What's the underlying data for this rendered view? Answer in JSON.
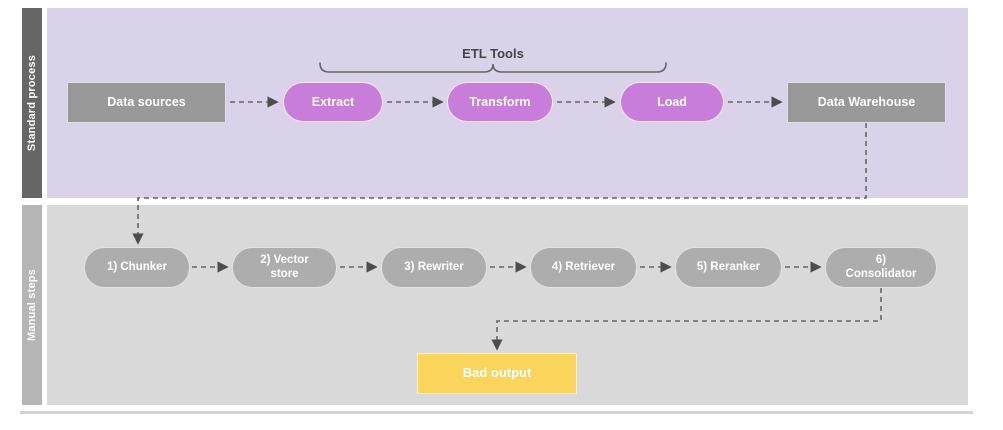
{
  "lanes": [
    {
      "label": "Standard process"
    },
    {
      "label": "Manual steps"
    }
  ],
  "annotations": {
    "etl_tools": "ETL Tools"
  },
  "nodes": {
    "data_sources": {
      "label": "Data sources",
      "shape": "rectangle",
      "color_key": "gray-node"
    },
    "extract": {
      "label": "Extract",
      "shape": "pill",
      "color_key": "purple-pill"
    },
    "transform": {
      "label": "Transform",
      "shape": "pill",
      "color_key": "purple-pill"
    },
    "load": {
      "label": "Load",
      "shape": "pill",
      "color_key": "purple-pill"
    },
    "data_warehouse": {
      "label": "Data Warehouse",
      "shape": "rectangle",
      "color_key": "gray-node"
    },
    "chunker": {
      "label": "1) Chunker",
      "shape": "pill",
      "color_key": "gray-pill"
    },
    "vector_store": {
      "label": "2) Vector store",
      "shape": "pill",
      "color_key": "gray-pill"
    },
    "rewriter": {
      "label": "3) Rewriter",
      "shape": "pill",
      "color_key": "gray-pill"
    },
    "retriever": {
      "label": "4) Retriever",
      "shape": "pill",
      "color_key": "gray-pill"
    },
    "reranker": {
      "label": "5) Reranker",
      "shape": "pill",
      "color_key": "gray-pill"
    },
    "consolidator": {
      "label": "6) Consolidator",
      "shape": "pill",
      "color_key": "gray-pill"
    },
    "bad_output": {
      "label": "Bad output",
      "shape": "rectangle",
      "color_key": "yellow-node"
    }
  },
  "colors": {
    "lane1-bg": "#d9d2e9",
    "lane1-label-bg": "#666666",
    "lane2-bg": "#d9d9d9",
    "lane2-label-bg": "#b5b5b5",
    "gray-node": "#999999",
    "gray-pill": "#adadad",
    "purple-pill": "#c77dd9",
    "yellow-node": "#fbd45c",
    "connector": "#666666",
    "arrowhead": "#4d4d4d",
    "annotation-text": "#454545",
    "divider": "#d4d4d4"
  }
}
